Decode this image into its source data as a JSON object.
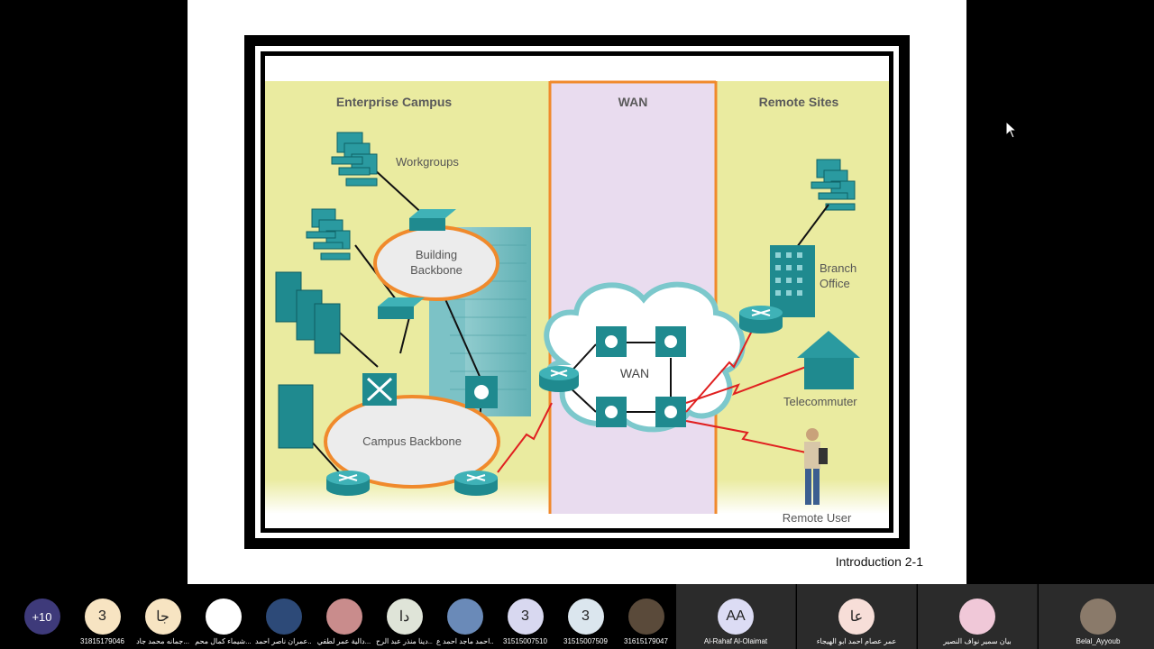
{
  "slide": {
    "footer": "Introduction 2-1",
    "diagram": {
      "zones": {
        "campus": "Enterprise Campus",
        "wan": "WAN",
        "remote": "Remote Sites"
      },
      "labels": {
        "workgroups": "Workgroups",
        "building_backbone_1": "Building",
        "building_backbone_2": "Backbone",
        "campus_backbone": "Campus Backbone",
        "wan_cloud": "WAN",
        "branch_office_1": "Branch",
        "branch_office_2": "Office",
        "telecommuter": "Telecommuter",
        "remote_user": "Remote User"
      },
      "colors": {
        "zone_yellow": "#eaeba0",
        "zone_wan": "#e9dcef",
        "orange": "#f08a2c",
        "teal": "#1f8a8f",
        "red_link": "#e02020"
      }
    }
  },
  "participants": [
    {
      "type": "overflow",
      "avatar": "+10",
      "name": "",
      "color": "#3e3a7a"
    },
    {
      "type": "avatar",
      "avatar": "3",
      "name": "31815179046",
      "color": "#f7e4c2"
    },
    {
      "type": "avatar",
      "avatar": "جا",
      "name": "جمانه محمد جاد...",
      "color": "#f7e4c2"
    },
    {
      "type": "avatar",
      "avatar": "",
      "name": "شيماء كمال محم...",
      "color": "#ffffff"
    },
    {
      "type": "photo",
      "avatar": "",
      "name": "عمران ناصر احمد...",
      "color": "#2d4a78"
    },
    {
      "type": "photo",
      "avatar": "",
      "name": "دالية عمر لطفي...",
      "color": "#c98c8c"
    },
    {
      "type": "avatar",
      "avatar": "دا",
      "name": "دينا منذر عبد الرح...",
      "color": "#dfe4d8"
    },
    {
      "type": "photo",
      "avatar": "",
      "name": "احمد ماجد احمد ع...",
      "color": "#6a8ab8"
    },
    {
      "type": "avatar",
      "avatar": "3",
      "name": "31515007510",
      "color": "#d8d8f0"
    },
    {
      "type": "avatar",
      "avatar": "3",
      "name": "31515007509",
      "color": "#dbe6ee"
    },
    {
      "type": "photo",
      "avatar": "",
      "name": "31615179047",
      "color": "#5a4a3a"
    },
    {
      "type": "video",
      "avatar": "AA",
      "name": "Al-Rahaf Al-Olaimat",
      "color": "#dcdcf4"
    },
    {
      "type": "video",
      "avatar": "عا",
      "name": "عمر عصام احمد ابو الهيجاء",
      "color": "#f7ded8"
    },
    {
      "type": "video",
      "avatar": "",
      "name": "بيان سمير نواف النصير",
      "color": "#f0c8d8"
    },
    {
      "type": "video",
      "avatar": "",
      "name": "Belal_Ayyoub",
      "color": "#8a7a6a"
    }
  ]
}
